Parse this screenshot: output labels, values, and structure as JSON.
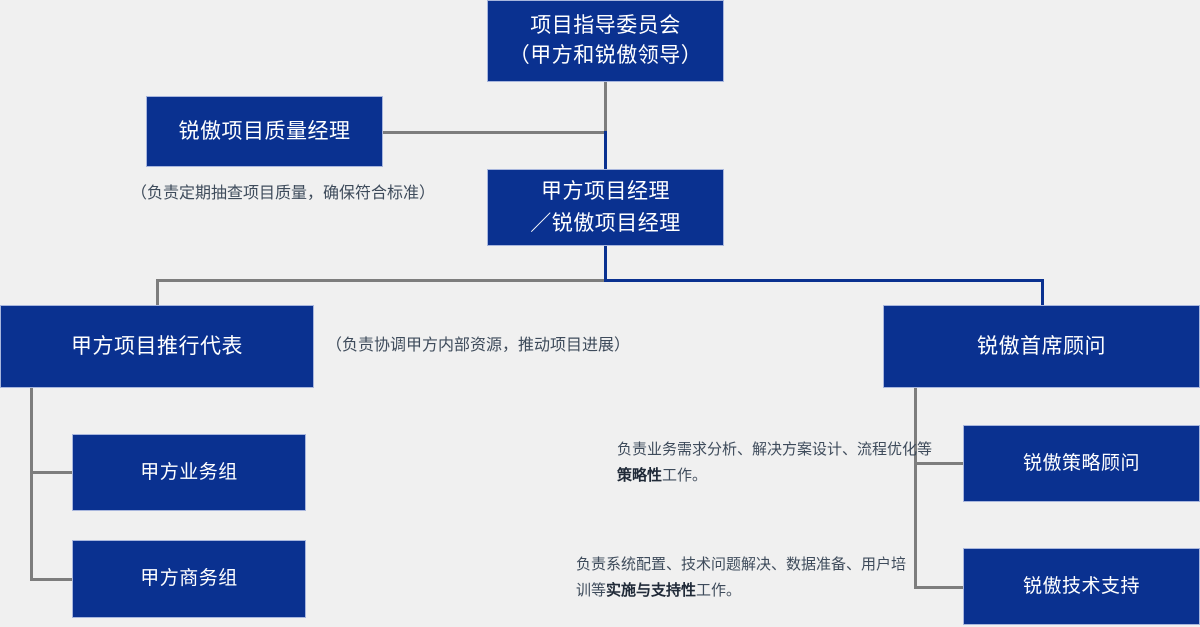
{
  "diagram": {
    "title": "项目组织架构图",
    "type": "org-chart",
    "theme": {
      "background": "#f0f0f0",
      "node_fill": "#0a3190",
      "node_border": "#a8b6dd",
      "node_text": "#ffffff",
      "connector_gray": "#7d7d7d",
      "connector_blue": "#0a3190",
      "note_text": "#3e4b5b"
    }
  },
  "nodes": {
    "steering_committee": {
      "line1": "项目指导委员会",
      "line2": "（甲方和锐傲领导）"
    },
    "quality_manager": {
      "line1": "锐傲项目质量经理"
    },
    "project_manager": {
      "line1": "甲方项目经理",
      "line2": "／锐傲项目经理"
    },
    "client_representative": {
      "line1": "甲方项目推行代表"
    },
    "chief_consultant": {
      "line1": "锐傲首席顾问"
    },
    "client_business_group": {
      "line1": "甲方业务组"
    },
    "client_commercial_group": {
      "line1": "甲方商务组"
    },
    "strategy_consultant": {
      "line1": "锐傲策略顾问"
    },
    "technical_support": {
      "line1": "锐傲技术支持"
    }
  },
  "notes": {
    "quality_manager_note": "（负责定期抽查项目质量，确保符合标准）",
    "client_representative_note": "（负责协调甲方内部资源，推动项目进展）",
    "strategy_note": {
      "prefix": "负责业务需求分析、解决方案设计、流程优化等",
      "emphasis": "策略性",
      "suffix": "工作。"
    },
    "support_note": {
      "prefix": "负责系统配置、技术问题解决、数据准备、用户培训等",
      "emphasis": "实施与支持性",
      "suffix": "工作。"
    }
  }
}
